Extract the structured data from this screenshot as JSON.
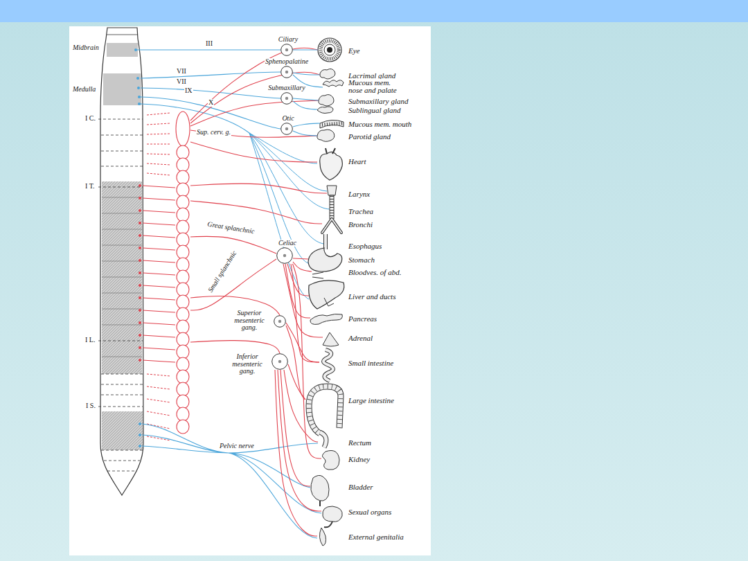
{
  "diagram": {
    "nodes": [
      {
        "text": [
          "Ciliary"
        ]
      },
      {
        "text": [
          "Sphenopalatine"
        ]
      },
      {
        "text": [
          "Submaxillary"
        ]
      },
      {
        "text": [
          "Otic"
        ]
      },
      {
        "text": [
          "Sup. cerv. g."
        ]
      },
      {
        "text": [
          "Celiac"
        ]
      },
      {
        "text": [
          "Superior mesenteric gang."
        ]
      },
      {
        "text": [
          "Inferior mesenteric gang."
        ]
      },
      {
        "text": [
          "Eye"
        ]
      },
      {
        "text": [
          "Lacrimal gland"
        ]
      },
      {
        "text": [
          "Mucous mem. nose and palate"
        ]
      },
      {
        "text": [
          "Submaxillary gland"
        ]
      },
      {
        "text": [
          "Sublingual gland"
        ]
      },
      {
        "text": [
          "Mucous mem. mouth"
        ]
      },
      {
        "text": [
          "Parotid gland"
        ]
      },
      {
        "text": [
          "Heart"
        ]
      },
      {
        "text": [
          "Larynx"
        ]
      },
      {
        "text": [
          "Trachea"
        ]
      },
      {
        "text": [
          "Bronchi"
        ]
      },
      {
        "text": [
          "Esophagus"
        ]
      },
      {
        "text": [
          "Stomach"
        ]
      },
      {
        "text": [
          "Bloodves. of abd."
        ]
      },
      {
        "text": [
          "Liver and ducts"
        ]
      },
      {
        "text": [
          "Pancreas"
        ]
      },
      {
        "text": [
          "Adrenal"
        ]
      },
      {
        "text": [
          "Small intestine"
        ]
      },
      {
        "text": [
          "Large intestine"
        ]
      },
      {
        "text": [
          "Rectum"
        ]
      },
      {
        "text": [
          "Kidney"
        ]
      },
      {
        "text": [
          "Bladder"
        ]
      },
      {
        "text": [
          "Sexual organs"
        ]
      },
      {
        "text": [
          "External genitalia"
        ]
      }
    ],
    "edges": [
      {
        "from": 4,
        "to": 8,
        "arrow": "none"
      },
      {
        "from": 4,
        "to": 9,
        "arrow": "none"
      },
      {
        "from": 4,
        "to": 11,
        "arrow": "none"
      },
      {
        "from": 4,
        "to": 14,
        "arrow": "none"
      },
      {
        "from": 4,
        "to": 15,
        "arrow": "none"
      },
      {
        "from": 4,
        "to": 16,
        "arrow": "none"
      },
      {
        "from": 4,
        "to": 18,
        "arrow": "none"
      },
      {
        "from": 4,
        "to": 5,
        "label": "Great splanchnic",
        "arrow": "none"
      },
      {
        "from": 4,
        "to": 5,
        "label": "Small splanchnic",
        "arrow": "none"
      },
      {
        "from": 4,
        "to": 6,
        "arrow": "none"
      },
      {
        "from": 4,
        "to": 7,
        "arrow": "none"
      },
      {
        "from": 5,
        "to": 20,
        "arrow": "none"
      },
      {
        "from": 5,
        "to": 21,
        "arrow": "none"
      },
      {
        "from": 5,
        "to": 22,
        "arrow": "none"
      },
      {
        "from": 5,
        "to": 23,
        "arrow": "none"
      },
      {
        "from": 5,
        "to": 24,
        "arrow": "none"
      },
      {
        "from": 5,
        "to": 25,
        "arrow": "none"
      },
      {
        "from": 5,
        "to": 28,
        "arrow": "none"
      },
      {
        "from": 6,
        "to": 25,
        "arrow": "none"
      },
      {
        "from": 6,
        "to": 26,
        "arrow": "none"
      },
      {
        "from": 7,
        "to": 26,
        "arrow": "none"
      },
      {
        "from": 7,
        "to": 27,
        "arrow": "none"
      },
      {
        "from": 7,
        "to": 29,
        "arrow": "none"
      },
      {
        "from": 7,
        "to": 30,
        "arrow": "none"
      },
      {
        "from": 7,
        "to": 31,
        "arrow": "none"
      },
      {
        "from": 0,
        "to": 8,
        "arrow": "none"
      },
      {
        "from": 1,
        "to": 9,
        "arrow": "none"
      },
      {
        "from": 1,
        "to": 10,
        "arrow": "none"
      },
      {
        "from": 2,
        "to": 11,
        "arrow": "none"
      },
      {
        "from": 2,
        "to": 12,
        "arrow": "none"
      },
      {
        "from": 3,
        "to": 13,
        "arrow": "none"
      },
      {
        "from": 3,
        "to": 14,
        "arrow": "none"
      }
    ],
    "labels": [
      "Midbrain",
      "Medulla",
      "I C.",
      "I T.",
      "I L.",
      "I S.",
      "III",
      "VII",
      "VII",
      "IX",
      "X",
      "Pelvic nerve"
    ]
  }
}
